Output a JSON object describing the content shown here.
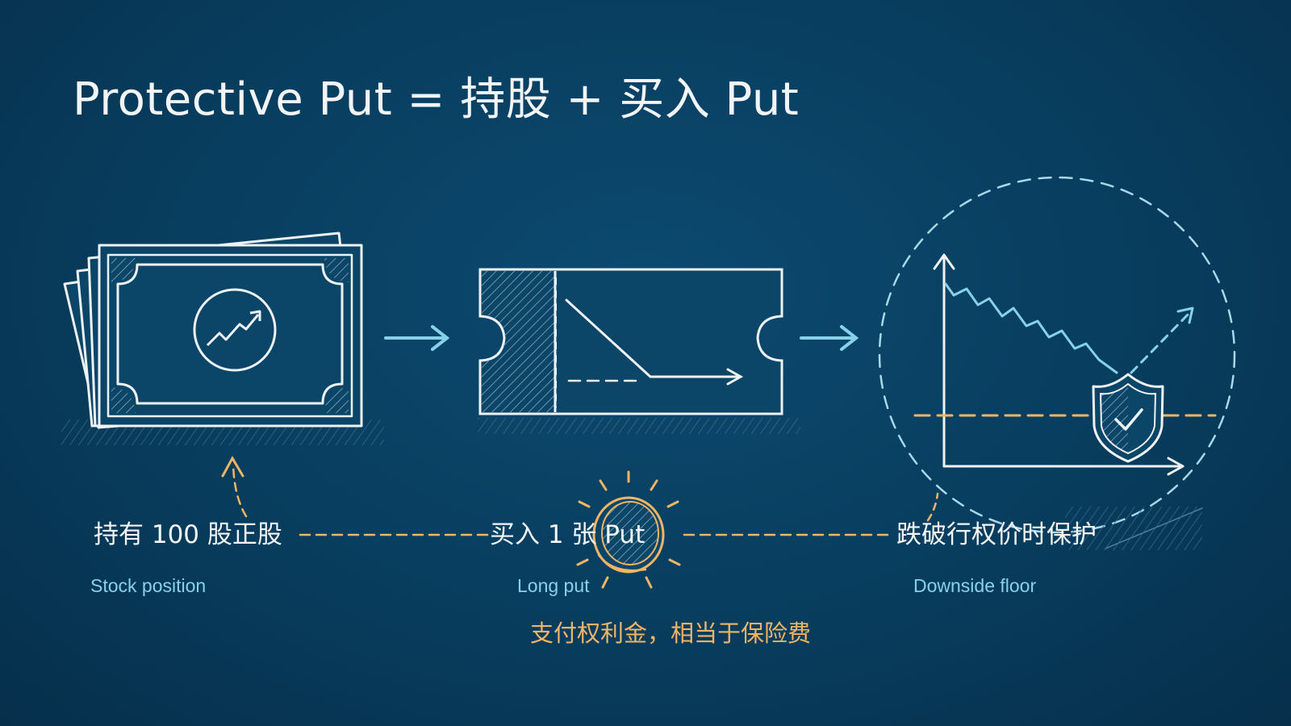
{
  "title": "Protective Put = 持股 + 买入 Put",
  "steps": [
    {
      "label": "持有 100 股正股",
      "caption": "Stock position"
    },
    {
      "label": "买入 1 张 Put",
      "caption": "Long put"
    },
    {
      "label": "跌破行权价时保护",
      "caption": "Downside floor"
    }
  ],
  "premium_note": "支付权利金，相当于保险费",
  "colors": {
    "background": "#083d5e",
    "chalk": "#eef2f4",
    "accent_blue": "#86d2ea",
    "accent_orange": "#f1b565"
  },
  "icons": [
    "stock-certificate-icon",
    "trend-up-icon",
    "put-ticket-icon",
    "put-payoff-icon",
    "downside-chart-icon",
    "shield-check-icon",
    "coin-icon"
  ]
}
